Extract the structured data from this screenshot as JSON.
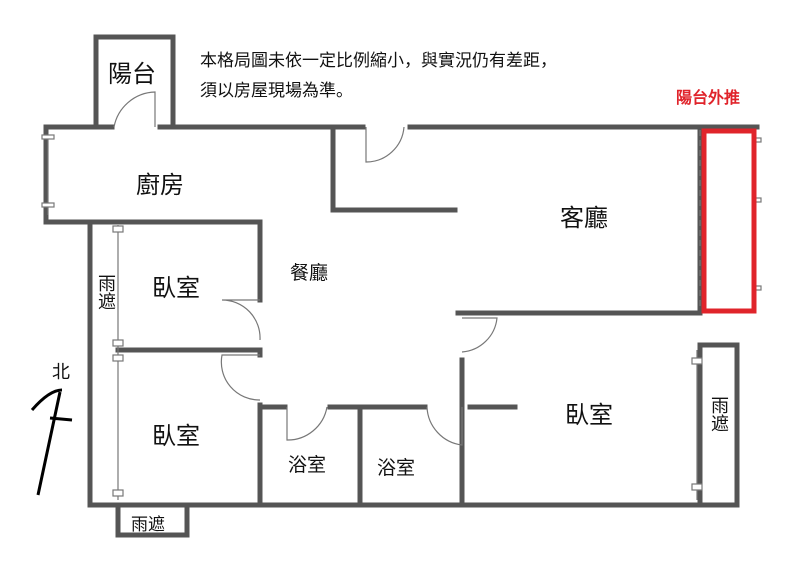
{
  "note": {
    "line1": "本格局圖未依一定比例縮小，與實況仍有差距，",
    "line2": "須以房屋現場為準。"
  },
  "balcony_push_label": "陽台外推",
  "rooms": {
    "balcony": "陽台",
    "kitchen": "廚房",
    "living": "客廳",
    "dining": "餐廳",
    "bedroom1": "臥室",
    "bedroom2": "臥室",
    "bedroom3": "臥室",
    "bath1": "浴室",
    "bath2": "浴室",
    "rain_left": "雨遮",
    "rain_right": "雨遮",
    "rain_bottom": "雨遮"
  },
  "north": "北",
  "colors": {
    "wall": "#555555",
    "highlight": "#e0242b"
  }
}
